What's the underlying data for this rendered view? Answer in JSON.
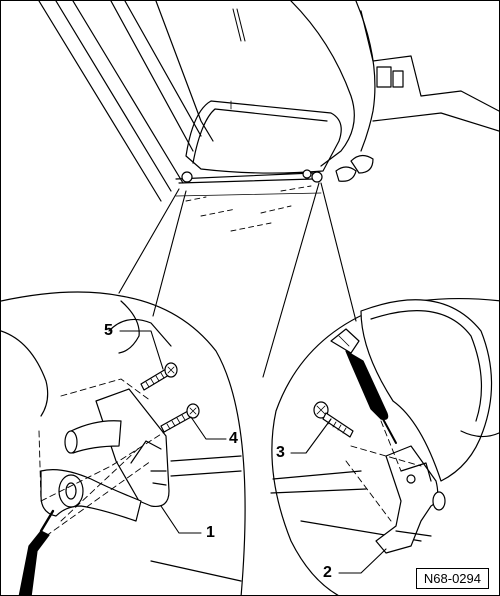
{
  "figure": {
    "reference_code": "N68-0294",
    "callouts": [
      {
        "id": "c1",
        "label": "1"
      },
      {
        "id": "c2",
        "label": "2"
      },
      {
        "id": "c3",
        "label": "3"
      },
      {
        "id": "c4",
        "label": "4"
      },
      {
        "id": "c5",
        "label": "5"
      }
    ]
  }
}
